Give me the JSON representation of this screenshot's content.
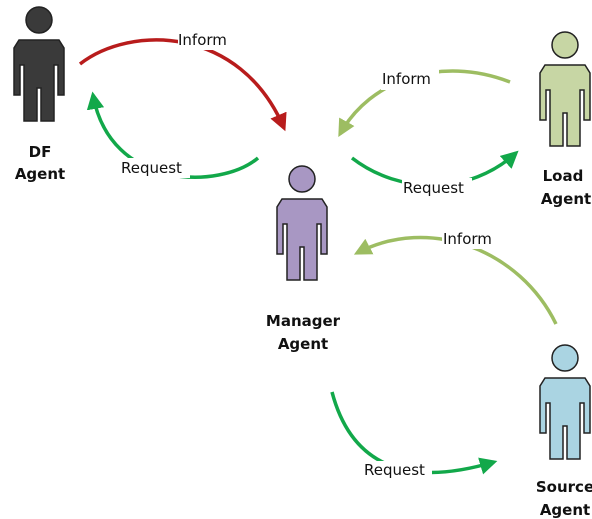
{
  "agents": {
    "df": {
      "line1": "DF",
      "line2": "Agent",
      "color": "#3a3a3a"
    },
    "manager": {
      "line1": "Manager",
      "line2": "Agent",
      "color": "#a897c3"
    },
    "load": {
      "line1": "Load",
      "line2": "Agent",
      "color": "#c7d6a4"
    },
    "source": {
      "line1": "Source",
      "line2": "Agent",
      "color": "#aad4e2"
    }
  },
  "messages": {
    "df_inform": "Inform",
    "df_request": "Request",
    "load_inform": "Inform",
    "load_request": "Request",
    "source_inform": "Inform",
    "source_request": "Request"
  },
  "colors": {
    "inform_df": "#b81c1c",
    "inform_light": "#9dbd62",
    "request": "#12a84a",
    "outline": "#222222"
  }
}
